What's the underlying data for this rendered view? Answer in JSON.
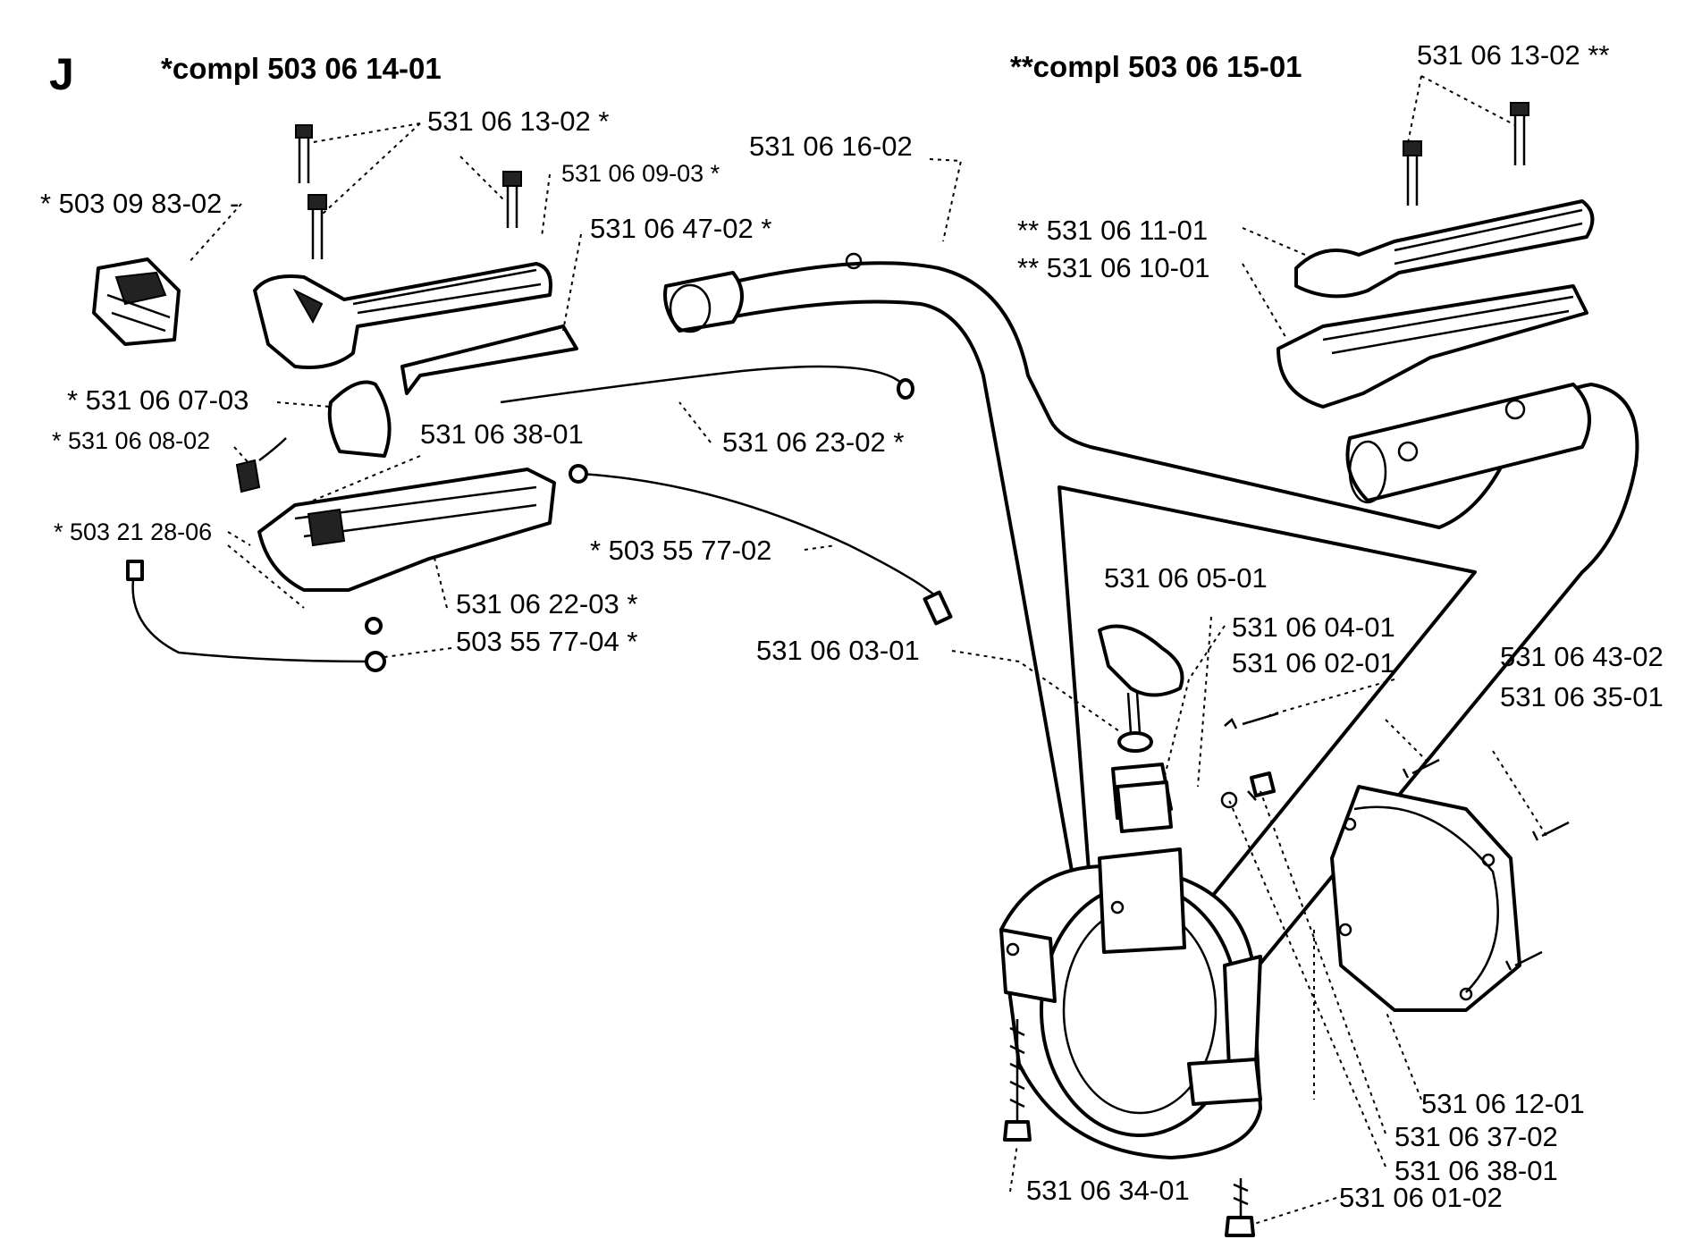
{
  "section": "J",
  "headers": {
    "left": "*compl 503 06 14-01",
    "right": "**compl 503 06 15-01"
  },
  "labels": [
    {
      "id": "p_531061302_s",
      "text": "531 06 13-02 *"
    },
    {
      "id": "p_531061302_ss",
      "text": "531 06 13-02 **"
    },
    {
      "id": "p_531060903",
      "text": "531 06 09-03 *"
    },
    {
      "id": "p_531061602",
      "text": "531 06 16-02"
    },
    {
      "id": "p_503098302",
      "text": "* 503 09 83-02 -"
    },
    {
      "id": "p_531064702",
      "text": "531 06 47-02 *"
    },
    {
      "id": "p_531061101",
      "text": "** 531 06 11-01"
    },
    {
      "id": "p_531061001",
      "text": "** 531 06 10-01"
    },
    {
      "id": "p_531060703",
      "text": "* 531 06 07-03"
    },
    {
      "id": "p_531060802",
      "text": "* 531 06 08-02"
    },
    {
      "id": "p_531063801_a",
      "text": "531 06 38-01"
    },
    {
      "id": "p_531062302",
      "text": "531 06 23-02 *"
    },
    {
      "id": "p_503212806",
      "text": "* 503 21 28-06"
    },
    {
      "id": "p_503557702",
      "text": "* 503 55 77-02"
    },
    {
      "id": "p_531062203",
      "text": "531 06 22-03 *"
    },
    {
      "id": "p_503557704",
      "text": "503 55 77-04 *"
    },
    {
      "id": "p_531060501",
      "text": "531 06 05-01"
    },
    {
      "id": "p_531060401",
      "text": "531 06 04-01"
    },
    {
      "id": "p_531060201",
      "text": "531 06 02-01"
    },
    {
      "id": "p_531060301",
      "text": "531 06 03-01"
    },
    {
      "id": "p_531064302",
      "text": "531 06 43-02"
    },
    {
      "id": "p_531063501",
      "text": "531 06 35-01"
    },
    {
      "id": "p_531061201",
      "text": "531 06 12-01"
    },
    {
      "id": "p_531063702",
      "text": "531 06 37-02"
    },
    {
      "id": "p_531063801_b",
      "text": "531 06 38-01"
    },
    {
      "id": "p_531063401",
      "text": "531 06 34-01"
    },
    {
      "id": "p_531060102",
      "text": "531 06 01-02"
    }
  ]
}
